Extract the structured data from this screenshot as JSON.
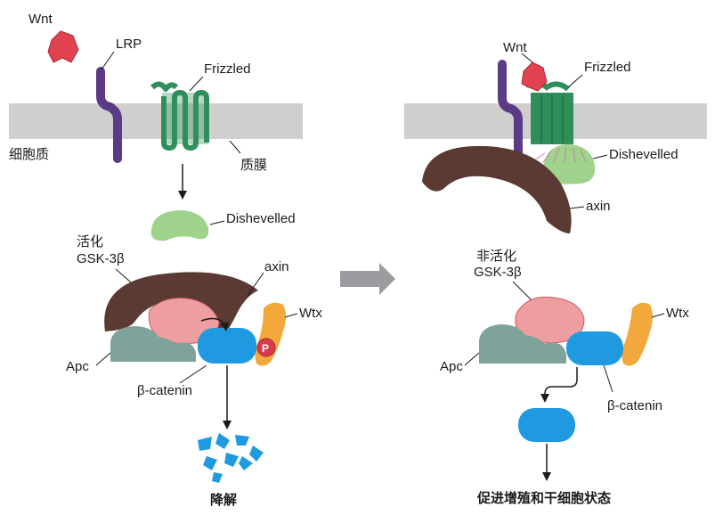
{
  "colors": {
    "membrane": "#cfcfcf",
    "wnt": "#e0424f",
    "lrp": "#5b3a86",
    "frizzled": "#2f8f5b",
    "dishevelled": "#9fd38c",
    "axin": "#5a3a32",
    "gsk": "#ee9ea0",
    "apc": "#7fa39a",
    "catenin": "#1f9ae0",
    "wtx": "#f2a83a",
    "phospho": "#d93a4a",
    "arrow_gray": "#9a9ca0"
  },
  "left": {
    "wnt": "Wnt",
    "lrp": "LRP",
    "frizzled": "Frizzled",
    "cytoplasm": "细胞质",
    "membrane": "质膜",
    "dishevelled": "Dishevelled",
    "gsk_state": "活化",
    "gsk": "GSK-3β",
    "axin": "axin",
    "wtx": "Wtx",
    "apc": "Apc",
    "phospho": "P",
    "catenin": "β-catenin",
    "degradation": "降解"
  },
  "right": {
    "wnt": "Wnt",
    "frizzled": "Frizzled",
    "dishevelled": "Dishevelled",
    "axin": "axin",
    "gsk_state": "非活化",
    "gsk": "GSK-3β",
    "wtx": "Wtx",
    "apc": "Apc",
    "catenin": "β-catenin",
    "outcome": "促进增殖和干细胞状态"
  }
}
